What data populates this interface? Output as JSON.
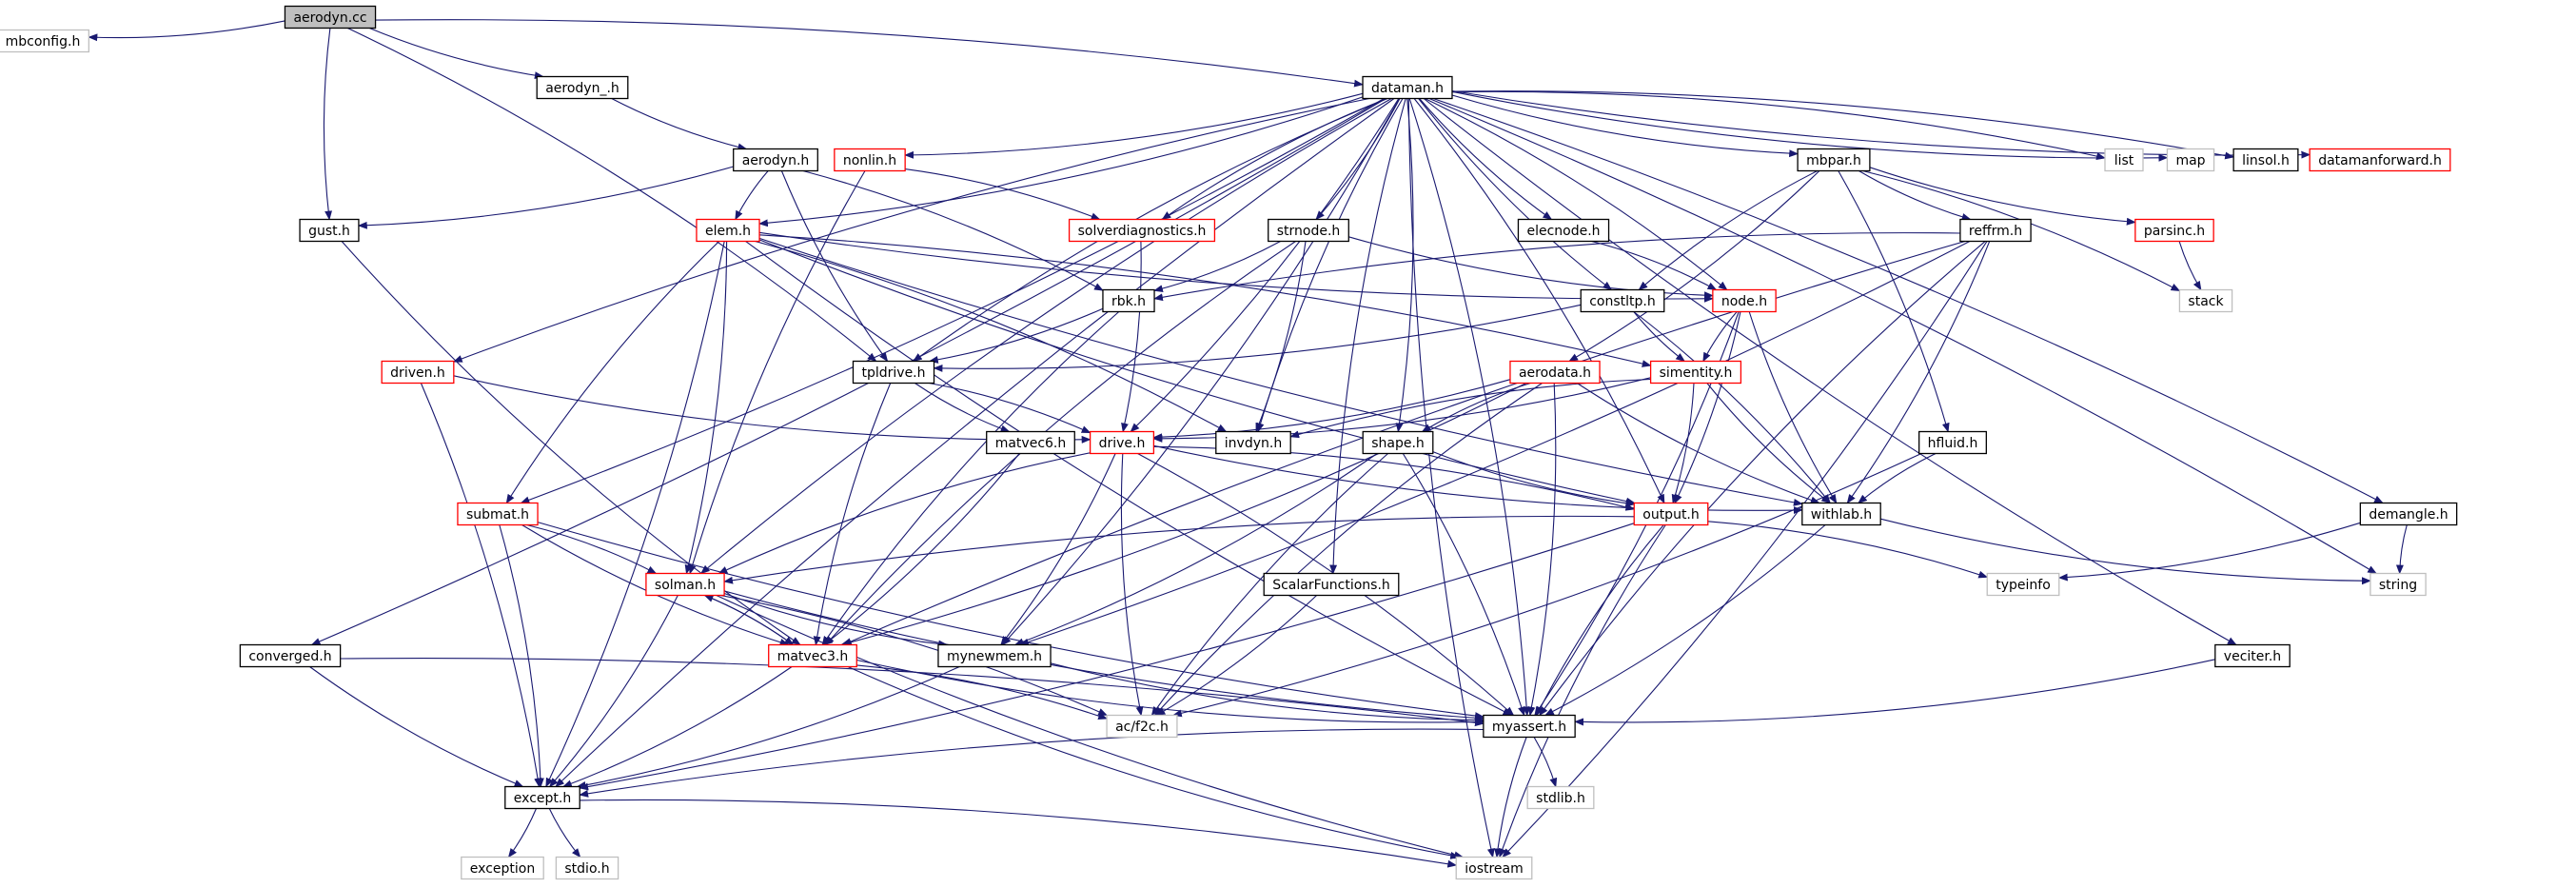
{
  "diagram": {
    "colors": {
      "edge": "#191970",
      "root_fill": "#bfbfbf",
      "border_documented": "#000000",
      "border_incomplete": "#ff0000",
      "border_system": "#bfbfbf",
      "text": "#000000"
    },
    "nodes": [
      {
        "id": "aerodyn_cc",
        "label": "aerodyn.cc",
        "kind": "root"
      },
      {
        "id": "mbconfig",
        "label": "mbconfig.h",
        "kind": "system"
      },
      {
        "id": "aerodyn__h",
        "label": "aerodyn_.h",
        "kind": "documented"
      },
      {
        "id": "dataman",
        "label": "dataman.h",
        "kind": "documented"
      },
      {
        "id": "gust",
        "label": "gust.h",
        "kind": "documented"
      },
      {
        "id": "aerodyn_h",
        "label": "aerodyn.h",
        "kind": "documented"
      },
      {
        "id": "nonlin",
        "label": "nonlin.h",
        "kind": "incomplete"
      },
      {
        "id": "elem",
        "label": "elem.h",
        "kind": "incomplete"
      },
      {
        "id": "solverdiag",
        "label": "solverdiagnostics.h",
        "kind": "incomplete"
      },
      {
        "id": "strnode",
        "label": "strnode.h",
        "kind": "documented"
      },
      {
        "id": "elecnode",
        "label": "elecnode.h",
        "kind": "documented"
      },
      {
        "id": "mbpar",
        "label": "mbpar.h",
        "kind": "documented"
      },
      {
        "id": "list",
        "label": "list",
        "kind": "system"
      },
      {
        "id": "map",
        "label": "map",
        "kind": "system"
      },
      {
        "id": "linsol",
        "label": "linsol.h",
        "kind": "documented"
      },
      {
        "id": "datamanfwd",
        "label": "datamanforward.h",
        "kind": "incomplete"
      },
      {
        "id": "reffrm",
        "label": "reffrm.h",
        "kind": "documented"
      },
      {
        "id": "parsinc",
        "label": "parsinc.h",
        "kind": "incomplete"
      },
      {
        "id": "stack",
        "label": "stack",
        "kind": "system"
      },
      {
        "id": "rbk",
        "label": "rbk.h",
        "kind": "documented"
      },
      {
        "id": "constltp",
        "label": "constltp.h",
        "kind": "documented"
      },
      {
        "id": "node",
        "label": "node.h",
        "kind": "incomplete"
      },
      {
        "id": "driven",
        "label": "driven.h",
        "kind": "incomplete"
      },
      {
        "id": "tpldrive",
        "label": "tpldrive.h",
        "kind": "documented"
      },
      {
        "id": "aerodata",
        "label": "aerodata.h",
        "kind": "incomplete"
      },
      {
        "id": "simentity",
        "label": "simentity.h",
        "kind": "incomplete"
      },
      {
        "id": "matvec6",
        "label": "matvec6.h",
        "kind": "documented"
      },
      {
        "id": "drive",
        "label": "drive.h",
        "kind": "incomplete"
      },
      {
        "id": "invdyn",
        "label": "invdyn.h",
        "kind": "documented"
      },
      {
        "id": "shape",
        "label": "shape.h",
        "kind": "documented"
      },
      {
        "id": "hfluid",
        "label": "hfluid.h",
        "kind": "documented"
      },
      {
        "id": "submat",
        "label": "submat.h",
        "kind": "incomplete"
      },
      {
        "id": "output",
        "label": "output.h",
        "kind": "incomplete"
      },
      {
        "id": "withlab",
        "label": "withlab.h",
        "kind": "documented"
      },
      {
        "id": "demangle",
        "label": "demangle.h",
        "kind": "documented"
      },
      {
        "id": "solman",
        "label": "solman.h",
        "kind": "incomplete"
      },
      {
        "id": "scalarfn",
        "label": "ScalarFunctions.h",
        "kind": "documented"
      },
      {
        "id": "typeinfo",
        "label": "typeinfo",
        "kind": "system"
      },
      {
        "id": "string",
        "label": "string",
        "kind": "system"
      },
      {
        "id": "converged",
        "label": "converged.h",
        "kind": "documented"
      },
      {
        "id": "matvec3",
        "label": "matvec3.h",
        "kind": "incomplete"
      },
      {
        "id": "mynewmem",
        "label": "mynewmem.h",
        "kind": "documented"
      },
      {
        "id": "veciter",
        "label": "veciter.h",
        "kind": "documented"
      },
      {
        "id": "ac_f2c",
        "label": "ac/f2c.h",
        "kind": "system"
      },
      {
        "id": "myassert",
        "label": "myassert.h",
        "kind": "documented"
      },
      {
        "id": "except",
        "label": "except.h",
        "kind": "documented"
      },
      {
        "id": "stdlib",
        "label": "stdlib.h",
        "kind": "system"
      },
      {
        "id": "exception",
        "label": "exception",
        "kind": "system"
      },
      {
        "id": "stdio",
        "label": "stdio.h",
        "kind": "system"
      },
      {
        "id": "iostream",
        "label": "iostream",
        "kind": "system"
      }
    ],
    "edges": [
      [
        "aerodyn_cc",
        "mbconfig"
      ],
      [
        "aerodyn_cc",
        "aerodyn__h"
      ],
      [
        "aerodyn_cc",
        "dataman"
      ],
      [
        "aerodyn_cc",
        "gust"
      ],
      [
        "aerodyn_cc",
        "tpldrive"
      ],
      [
        "aerodyn__h",
        "aerodyn_h"
      ],
      [
        "aerodyn_h",
        "gust"
      ],
      [
        "aerodyn_h",
        "elem"
      ],
      [
        "aerodyn_h",
        "rbk"
      ],
      [
        "aerodyn_h",
        "tpldrive"
      ],
      [
        "dataman",
        "list"
      ],
      [
        "dataman",
        "map"
      ],
      [
        "dataman",
        "linsol"
      ],
      [
        "dataman",
        "datamanfwd"
      ],
      [
        "dataman",
        "string"
      ],
      [
        "dataman",
        "iostream"
      ],
      [
        "dataman",
        "demangle"
      ],
      [
        "dataman",
        "veciter"
      ],
      [
        "dataman",
        "myassert"
      ],
      [
        "dataman",
        "mbpar"
      ],
      [
        "dataman",
        "nonlin"
      ],
      [
        "dataman",
        "solverdiag"
      ],
      [
        "dataman",
        "strnode"
      ],
      [
        "dataman",
        "elecnode"
      ],
      [
        "dataman",
        "node"
      ],
      [
        "dataman",
        "constltp"
      ],
      [
        "dataman",
        "elem"
      ],
      [
        "dataman",
        "driven"
      ],
      [
        "dataman",
        "converged"
      ],
      [
        "dataman",
        "except"
      ],
      [
        "dataman",
        "submat"
      ],
      [
        "dataman",
        "solman"
      ],
      [
        "dataman",
        "mynewmem"
      ],
      [
        "dataman",
        "tpldrive"
      ],
      [
        "dataman",
        "drive"
      ],
      [
        "dataman",
        "invdyn"
      ],
      [
        "dataman",
        "shape"
      ],
      [
        "dataman",
        "scalarfn"
      ],
      [
        "dataman",
        "output"
      ],
      [
        "gust",
        "matvec3"
      ],
      [
        "nonlin",
        "solverdiag"
      ],
      [
        "nonlin",
        "solman"
      ],
      [
        "solverdiag",
        "drive"
      ],
      [
        "mbpar",
        "parsinc"
      ],
      [
        "mbpar",
        "stack"
      ],
      [
        "mbpar",
        "reffrm"
      ],
      [
        "mbpar",
        "hfluid"
      ],
      [
        "mbpar",
        "constltp"
      ],
      [
        "mbpar",
        "aerodata"
      ],
      [
        "reffrm",
        "rbk"
      ],
      [
        "reffrm",
        "withlab"
      ],
      [
        "reffrm",
        "matvec3"
      ],
      [
        "reffrm",
        "mynewmem"
      ],
      [
        "reffrm",
        "myassert"
      ],
      [
        "reffrm",
        "iostream"
      ],
      [
        "parsinc",
        "stack"
      ],
      [
        "strnode",
        "rbk"
      ],
      [
        "strnode",
        "node"
      ],
      [
        "strnode",
        "invdyn"
      ],
      [
        "strnode",
        "matvec3"
      ],
      [
        "elecnode",
        "node"
      ],
      [
        "elem",
        "node"
      ],
      [
        "elem",
        "simentity"
      ],
      [
        "elem",
        "withlab"
      ],
      [
        "elem",
        "invdyn"
      ],
      [
        "elem",
        "output"
      ],
      [
        "elem",
        "except"
      ],
      [
        "elem",
        "submat"
      ],
      [
        "elem",
        "solman"
      ],
      [
        "elem",
        "myassert"
      ],
      [
        "rbk",
        "tpldrive"
      ],
      [
        "rbk",
        "matvec3"
      ],
      [
        "constltp",
        "tpldrive"
      ],
      [
        "constltp",
        "simentity"
      ],
      [
        "constltp",
        "withlab"
      ],
      [
        "node",
        "simentity"
      ],
      [
        "node",
        "output"
      ],
      [
        "node",
        "withlab"
      ],
      [
        "node",
        "myassert"
      ],
      [
        "driven",
        "drive"
      ],
      [
        "driven",
        "except"
      ],
      [
        "tpldrive",
        "matvec6"
      ],
      [
        "tpldrive",
        "drive"
      ],
      [
        "tpldrive",
        "matvec3"
      ],
      [
        "aerodata",
        "drive"
      ],
      [
        "aerodata",
        "shape"
      ],
      [
        "aerodata",
        "matvec3"
      ],
      [
        "aerodata",
        "withlab"
      ],
      [
        "aerodata",
        "myassert"
      ],
      [
        "aerodata",
        "ac_f2c"
      ],
      [
        "simentity",
        "drive"
      ],
      [
        "simentity",
        "invdyn"
      ],
      [
        "simentity",
        "output"
      ],
      [
        "simentity",
        "withlab"
      ],
      [
        "matvec6",
        "matvec3"
      ],
      [
        "drive",
        "solman"
      ],
      [
        "drive",
        "mynewmem"
      ],
      [
        "drive",
        "ac_f2c"
      ],
      [
        "drive",
        "myassert"
      ],
      [
        "drive",
        "withlab"
      ],
      [
        "drive",
        "output"
      ],
      [
        "shape",
        "output"
      ],
      [
        "shape",
        "mynewmem"
      ],
      [
        "shape",
        "ac_f2c"
      ],
      [
        "shape",
        "myassert"
      ],
      [
        "hfluid",
        "withlab"
      ],
      [
        "hfluid",
        "ac_f2c"
      ],
      [
        "output",
        "solman"
      ],
      [
        "output",
        "typeinfo"
      ],
      [
        "output",
        "myassert"
      ],
      [
        "output",
        "except"
      ],
      [
        "output",
        "iostream"
      ],
      [
        "withlab",
        "myassert"
      ],
      [
        "withlab",
        "string"
      ],
      [
        "demangle",
        "typeinfo"
      ],
      [
        "demangle",
        "string"
      ],
      [
        "submat",
        "solman"
      ],
      [
        "submat",
        "matvec3"
      ],
      [
        "submat",
        "except"
      ],
      [
        "submat",
        "myassert"
      ],
      [
        "solman",
        "matvec3"
      ],
      [
        "solman",
        "mynewmem"
      ],
      [
        "solman",
        "except"
      ],
      [
        "solman",
        "myassert"
      ],
      [
        "solman",
        "ac_f2c"
      ],
      [
        "solman",
        "iostream"
      ],
      [
        "scalarfn",
        "ac_f2c"
      ],
      [
        "converged",
        "except"
      ],
      [
        "converged",
        "myassert"
      ],
      [
        "matvec3",
        "solman"
      ],
      [
        "matvec3",
        "except"
      ],
      [
        "matvec3",
        "myassert"
      ],
      [
        "matvec3",
        "ac_f2c"
      ],
      [
        "matvec3",
        "iostream"
      ],
      [
        "mynewmem",
        "except"
      ],
      [
        "mynewmem",
        "myassert"
      ],
      [
        "veciter",
        "myassert"
      ],
      [
        "myassert",
        "except"
      ],
      [
        "myassert",
        "stdlib"
      ],
      [
        "myassert",
        "iostream"
      ],
      [
        "except",
        "exception"
      ],
      [
        "except",
        "stdio"
      ],
      [
        "except",
        "iostream"
      ]
    ]
  }
}
